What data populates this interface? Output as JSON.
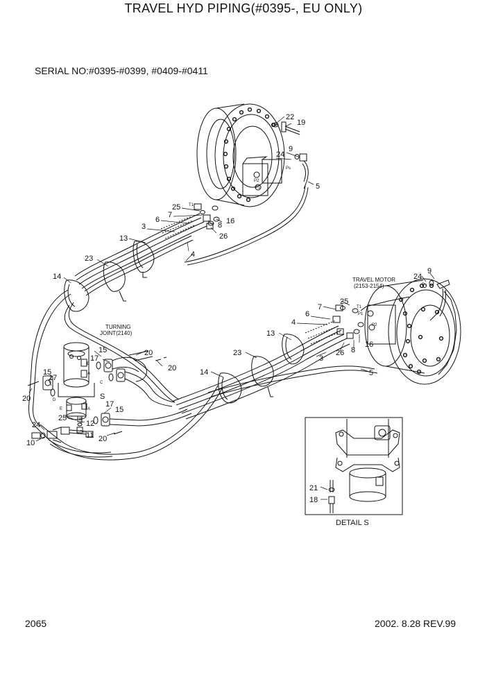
{
  "title": "TRAVEL HYD PIPING(#0395-, EU ONLY)",
  "serial": "SERIAL NO:#0395-#0399, #0409-#0411",
  "page_number": "2065",
  "revision": "2002. 8.28 REV.99",
  "labels": {
    "travel_motor": "TRAVEL MOTOR",
    "travel_motor_code": "(2153-2154)",
    "turning_joint": "TURNING",
    "turning_joint_code": "JOINT(2140)",
    "detail": "DETAIL  S",
    "section_s": "S"
  },
  "port_labels": {
    "t1": "T1",
    "p1": "P1",
    "p2": "P2",
    "ps": "Ps",
    "a": "A",
    "b": "B",
    "c": "C",
    "d": "D",
    "e": "E"
  },
  "callouts": {
    "n3": "3",
    "n4": "4",
    "n5": "5",
    "n6": "6",
    "n7": "7",
    "n8": "8",
    "n9": "9",
    "n10": "10",
    "n11": "11",
    "n12": "12",
    "n13": "13",
    "n14": "14",
    "n15": "15",
    "n16": "16",
    "n17": "17",
    "n18": "18",
    "n19": "19",
    "n20": "20",
    "n21": "21",
    "n22": "22",
    "n23": "23",
    "n24": "24",
    "n25": "25",
    "n26": "26"
  }
}
